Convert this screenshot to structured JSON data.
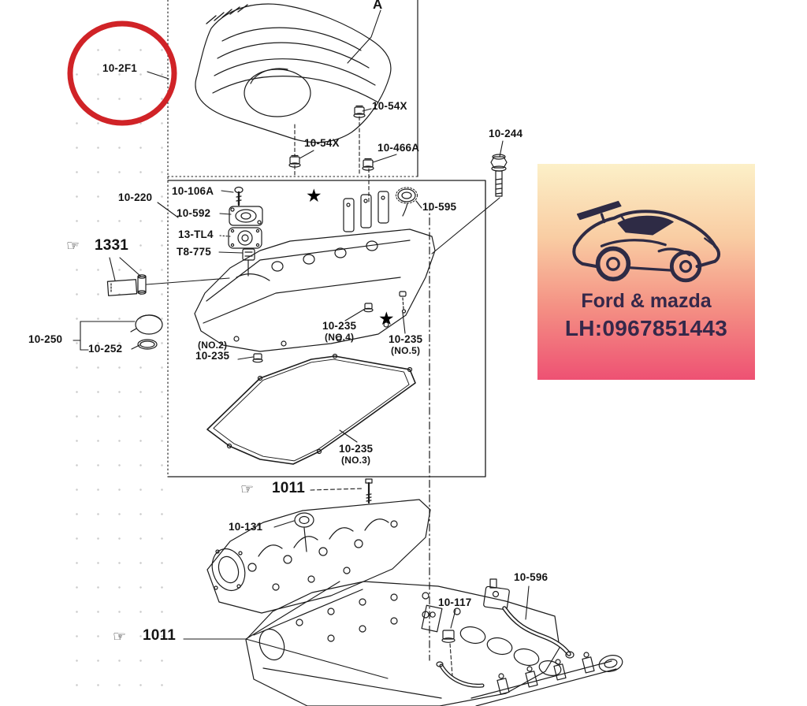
{
  "diagram": {
    "view_label": "A",
    "star_marker": "★",
    "ref_icon": "☞",
    "highlight": {
      "part": "10-2F1",
      "color": "#d02327"
    },
    "line_color": "#1b1b1b",
    "labels": [
      {
        "id": "view-a",
        "text": "A"
      },
      {
        "id": "10-2F1",
        "text": "10-2F1"
      },
      {
        "id": "10-54X-upper",
        "text": "10-54X"
      },
      {
        "id": "10-54X-left",
        "text": "10-54X"
      },
      {
        "id": "10-466A",
        "text": "10-466A"
      },
      {
        "id": "10-244",
        "text": "10-244"
      },
      {
        "id": "10-220",
        "text": "10-220"
      },
      {
        "id": "10-106A",
        "text": "10-106A"
      },
      {
        "id": "10-592",
        "text": "10-592"
      },
      {
        "id": "13-TL4",
        "text": "13-TL4"
      },
      {
        "id": "T8-775",
        "text": "T8-775"
      },
      {
        "id": "10-595",
        "text": "10-595"
      },
      {
        "id": "1331",
        "text": "1331"
      },
      {
        "id": "10-250",
        "text": "10-250"
      },
      {
        "id": "10-252",
        "text": "10-252"
      },
      {
        "id": "10-235-no2",
        "text": "10-235",
        "note": "(NO.2)"
      },
      {
        "id": "10-235-no4",
        "text": "10-235",
        "note": "(NO.4)"
      },
      {
        "id": "10-235-no5",
        "text": "10-235",
        "note": "(NO.5)"
      },
      {
        "id": "10-235-no3",
        "text": "10-235",
        "note": "(NO.3)"
      },
      {
        "id": "1011-upper",
        "text": "1011"
      },
      {
        "id": "10-131",
        "text": "10-131"
      },
      {
        "id": "1011-lower",
        "text": "1011"
      },
      {
        "id": "10-596",
        "text": "10-596"
      },
      {
        "id": "10-117",
        "text": "10-117"
      }
    ]
  },
  "ad": {
    "line1": "Ford & mazda",
    "line2": "LH:0967851443",
    "text_color": "#35284a",
    "car_color": "#2e2b45",
    "bg_top": "#fcf0c8",
    "bg_bottom": "#ee5173"
  }
}
